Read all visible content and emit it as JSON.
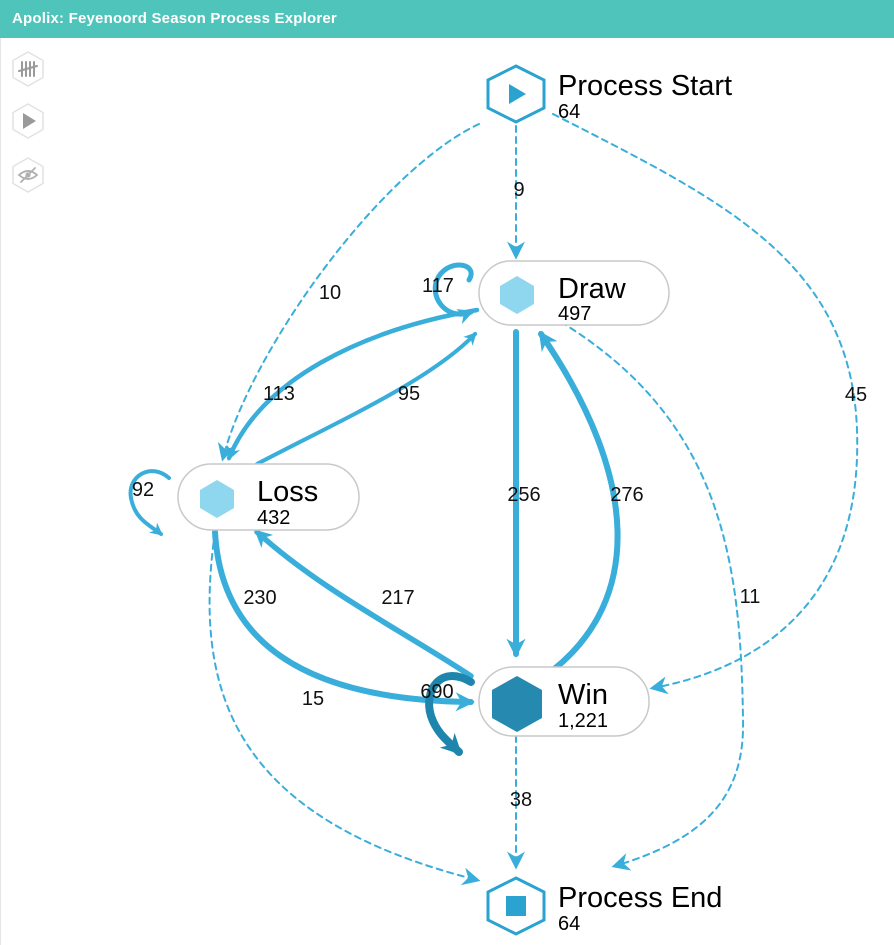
{
  "app": {
    "title": "Apolix: Feyenoord Season Process Explorer"
  },
  "toolbar": {
    "buttons": [
      {
        "name": "frequency-tally-button",
        "icon": "tally-icon"
      },
      {
        "name": "play-button",
        "icon": "play-icon"
      },
      {
        "name": "visibility-toggle-button",
        "icon": "eye-slash-icon"
      }
    ]
  },
  "colors": {
    "titlebar": "#4fc4bb",
    "edge": "#3aaedb",
    "edge_dark": "#1e86ad",
    "node_light": "#8fd6ef",
    "node_dark": "#2589b0",
    "start_end": "#2aa3d0"
  },
  "graph": {
    "nodes": [
      {
        "id": "start",
        "label": "Process Start",
        "count": "64",
        "kind": "start"
      },
      {
        "id": "draw",
        "label": "Draw",
        "count": "497",
        "kind": "activity"
      },
      {
        "id": "loss",
        "label": "Loss",
        "count": "432",
        "kind": "activity"
      },
      {
        "id": "win",
        "label": "Win",
        "count": "1,221",
        "kind": "activity-dark"
      },
      {
        "id": "end",
        "label": "Process End",
        "count": "64",
        "kind": "end"
      }
    ],
    "edges": [
      {
        "id": "start-draw",
        "from": "start",
        "to": "draw",
        "label": "9",
        "dashed": true
      },
      {
        "id": "start-loss",
        "from": "start",
        "to": "loss",
        "label": "10",
        "dashed": true
      },
      {
        "id": "start-win",
        "from": "start",
        "to": "win",
        "label": "45",
        "dashed": true
      },
      {
        "id": "draw-draw",
        "from": "draw",
        "to": "draw",
        "label": "117",
        "dashed": false
      },
      {
        "id": "draw-loss",
        "from": "draw",
        "to": "loss",
        "label": "113",
        "dashed": false
      },
      {
        "id": "loss-draw",
        "from": "loss",
        "to": "draw",
        "label": "95",
        "dashed": false
      },
      {
        "id": "loss-loss",
        "from": "loss",
        "to": "loss",
        "label": "92",
        "dashed": false
      },
      {
        "id": "draw-win",
        "from": "draw",
        "to": "win",
        "label": "256",
        "dashed": false
      },
      {
        "id": "win-draw",
        "from": "win",
        "to": "draw",
        "label": "276",
        "dashed": false
      },
      {
        "id": "draw-end",
        "from": "draw",
        "to": "end",
        "label": "11",
        "dashed": true
      },
      {
        "id": "loss-win",
        "from": "loss",
        "to": "win",
        "label": "230",
        "dashed": false
      },
      {
        "id": "win-loss",
        "from": "win",
        "to": "loss",
        "label": "217",
        "dashed": false
      },
      {
        "id": "loss-end",
        "from": "loss",
        "to": "end",
        "label": "15",
        "dashed": true
      },
      {
        "id": "win-win",
        "from": "win",
        "to": "win",
        "label": "690",
        "dashed": false
      },
      {
        "id": "win-end",
        "from": "win",
        "to": "end",
        "label": "38",
        "dashed": true
      }
    ]
  }
}
